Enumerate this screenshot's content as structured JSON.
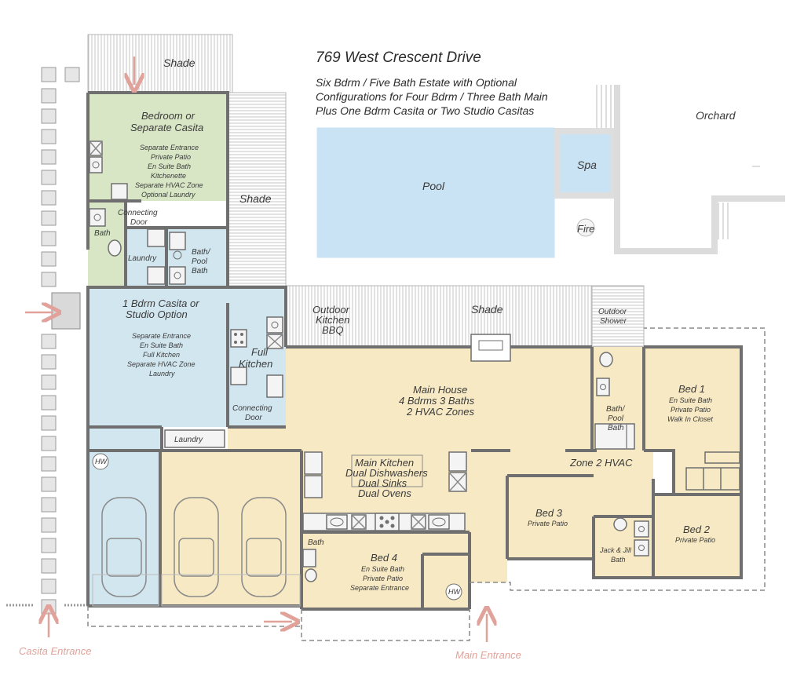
{
  "title": "769 West Crescent Drive",
  "subtitle": [
    "Six Bdrm / Five Bath Estate with Optional",
    "Configurations for Four Bdrm / Three Bath Main",
    "Plus One Bdrm Casita or Two Studio Casitas"
  ],
  "colors": {
    "green_room": "#d8e6c6",
    "blue_room": "#d2e6ef",
    "tan_room": "#f7e9c4",
    "pool": "#c9e2f4",
    "wall": "#6f6f6f",
    "arrow": "#e0a29a"
  },
  "outdoor": {
    "shade_top": "Shade",
    "shade_side": "Shade",
    "shade_main": "Shade",
    "pool": "Pool",
    "spa": "Spa",
    "fire": "Fire",
    "orchard": "Orchard",
    "outdoor_kitchen": [
      "Outdoor",
      "Kitchen",
      "BBQ"
    ],
    "outdoor_shower": [
      "Outdoor",
      "Shower"
    ]
  },
  "casita_bedroom": {
    "title": [
      "Bedroom or",
      "Separate Casita"
    ],
    "features": [
      "Separate Entrance",
      "Private Patio",
      "En Suite Bath",
      "Kitchenette",
      "Separate HVAC Zone",
      "Optional Laundry"
    ]
  },
  "casita_labels": {
    "connecting_door_top": [
      "Connecting",
      "Door"
    ],
    "bath": "Bath",
    "laundry": "Laundry",
    "bath_pool": [
      "Bath/",
      "Pool",
      "Bath"
    ]
  },
  "casita_studio": {
    "title": [
      "1 Bdrm Casita or",
      "Studio Option"
    ],
    "features": [
      "Separate Entrance",
      "En Suite Bath",
      "Full Kitchen",
      "Separate HVAC Zone",
      "Laundry"
    ],
    "full_kitchen": [
      "Full",
      "Kitchen"
    ],
    "connecting_door": [
      "Connecting",
      "Door"
    ],
    "laundry": "Laundry"
  },
  "main_house": {
    "title": [
      "Main House",
      "4 Bdrms 3 Baths",
      "2 HVAC Zones"
    ],
    "kitchen": [
      "Main Kitchen",
      "Dual Dishwashers",
      "Dual Sinks",
      "Dual Ovens"
    ],
    "zone2": "Zone 2 HVAC",
    "bath_pool": [
      "Bath/",
      "Pool",
      "Bath"
    ],
    "bath": "Bath",
    "jack_jill": [
      "Jack & Jill",
      "Bath"
    ]
  },
  "bedrooms": {
    "bed1": {
      "name": "Bed 1",
      "features": [
        "En Suite Bath",
        "Private Patio",
        "Walk In Closet"
      ]
    },
    "bed2": {
      "name": "Bed 2",
      "features": [
        "Private Patio"
      ]
    },
    "bed3": {
      "name": "Bed 3",
      "features": [
        "Private Patio"
      ]
    },
    "bed4": {
      "name": "Bed 4",
      "features": [
        "En Suite Bath",
        "Private Patio",
        "Separate Entrance"
      ]
    }
  },
  "water_heater": "HW",
  "entrances": {
    "casita": "Casita Entrance",
    "main": "Main Entrance"
  }
}
